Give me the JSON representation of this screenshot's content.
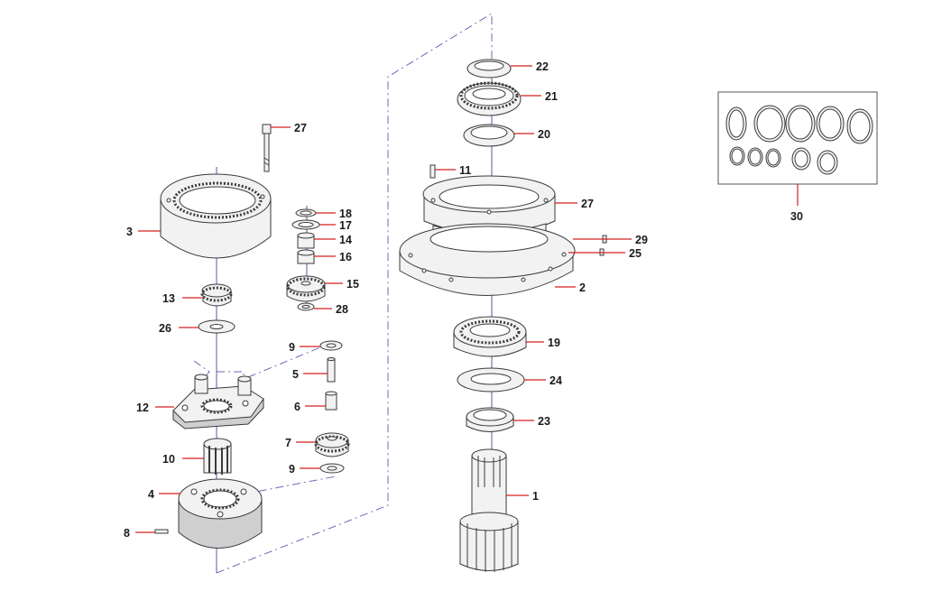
{
  "labels": {
    "p22": "22",
    "p21": "21",
    "p20": "20",
    "p11": "11",
    "p27_housing": "27",
    "p29": "29",
    "p25": "25",
    "p2": "2",
    "p19": "19",
    "p24": "24",
    "p23": "23",
    "p1": "1",
    "p27_bolt": "27",
    "p3": "3",
    "p18": "18",
    "p17": "17",
    "p14": "14",
    "p16": "16",
    "p15": "15",
    "p28": "28",
    "p13": "13",
    "p26": "26",
    "p9_top": "9",
    "p5": "5",
    "p6": "6",
    "p12": "12",
    "p7": "7",
    "p9_bottom": "9",
    "p10": "10",
    "p4": "4",
    "p8": "8",
    "p30": "30"
  },
  "colors": {
    "leader": "#d32020",
    "centerline": "#6a6ab8",
    "outline": "#3a3a3a"
  }
}
